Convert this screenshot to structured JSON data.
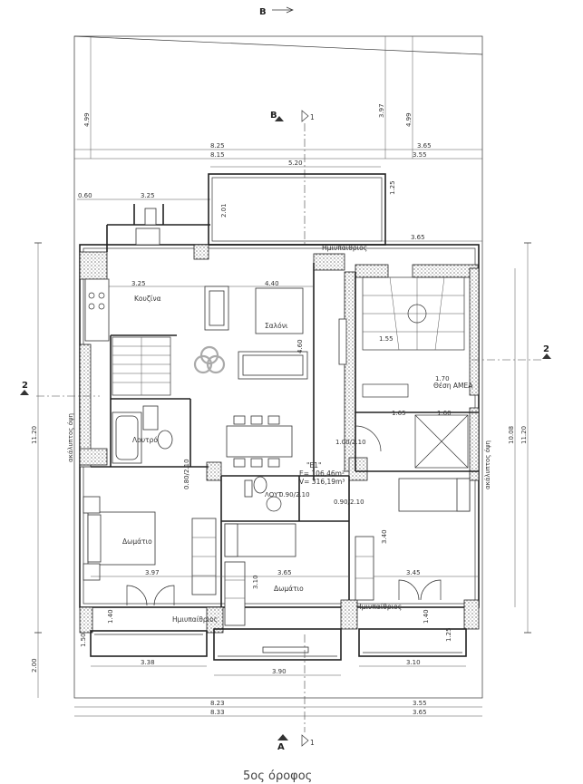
{
  "title": "5ος όροφος",
  "north_label": "Β",
  "rooms": {
    "kitchen": "Κουζίνα",
    "living": "Σαλόνι",
    "bedroom_left": "Δωμάτιο",
    "bedroom_center": "Δωμάτιο",
    "bathroom": "Λουτρό",
    "wc": "ΛΟΥΤ",
    "stair_access": "Θέση ΑΜΕΑ"
  },
  "balconies": {
    "top": "Ημιυπαίθριος",
    "bottom_left": "Ημιυπαίθριος",
    "bottom_right": "Ημιυπαίθριος",
    "side_left": "ακάλυπτος όψη",
    "side_right": "ακάλυπτος όψη"
  },
  "area_info": {
    "label": "\"Ε1\"",
    "area": "E= 106,46m²",
    "volume": "V= 316,19m³"
  },
  "section_marks": {
    "top": "B",
    "bottom": "A",
    "left": "2",
    "right": "2",
    "num_top": "1",
    "num_bottom": "1"
  },
  "dimensions": {
    "top1_left": "8.25",
    "top1_right": "3.65",
    "top2_left": "8.15",
    "top2_right": "3.55",
    "top3": "5.20",
    "b1": "8.23",
    "b1_right": "3.55",
    "b2": "8.33",
    "b2_right": "3.65",
    "kitchen_w": "3.25",
    "kitchen_w2": "3.25",
    "living_w": "4.40",
    "bed_left_w": "3.97",
    "bed_center_w": "3.65",
    "bed_right_w": "3.45",
    "bal_left": "3.38",
    "bal_center": "3.90",
    "bal_right": "3.10",
    "right_h": "11.20",
    "right_h2": "10.08",
    "left_h": "11.20",
    "left_bottom": "2.00",
    "stair_w": "1.55",
    "stair_w2": "1.65",
    "stair_w3": "1.60",
    "stair_w4": "1.70",
    "top_bal": "3.65",
    "win1": "1.00/2.10",
    "win2": "0.90/2.10",
    "win3": "0.90/2.10",
    "win4": "0.80/2.10",
    "side1": "4.60",
    "side2": "3.40",
    "side3": "3.10",
    "side4": "0.60",
    "side5": "2.01",
    "side6": "1.25",
    "side7": "1.25",
    "side8": "1.40",
    "side9": "1.40",
    "side10": "1.50",
    "side11": "4.99",
    "side12": "3.97",
    "side13": "4.99"
  }
}
